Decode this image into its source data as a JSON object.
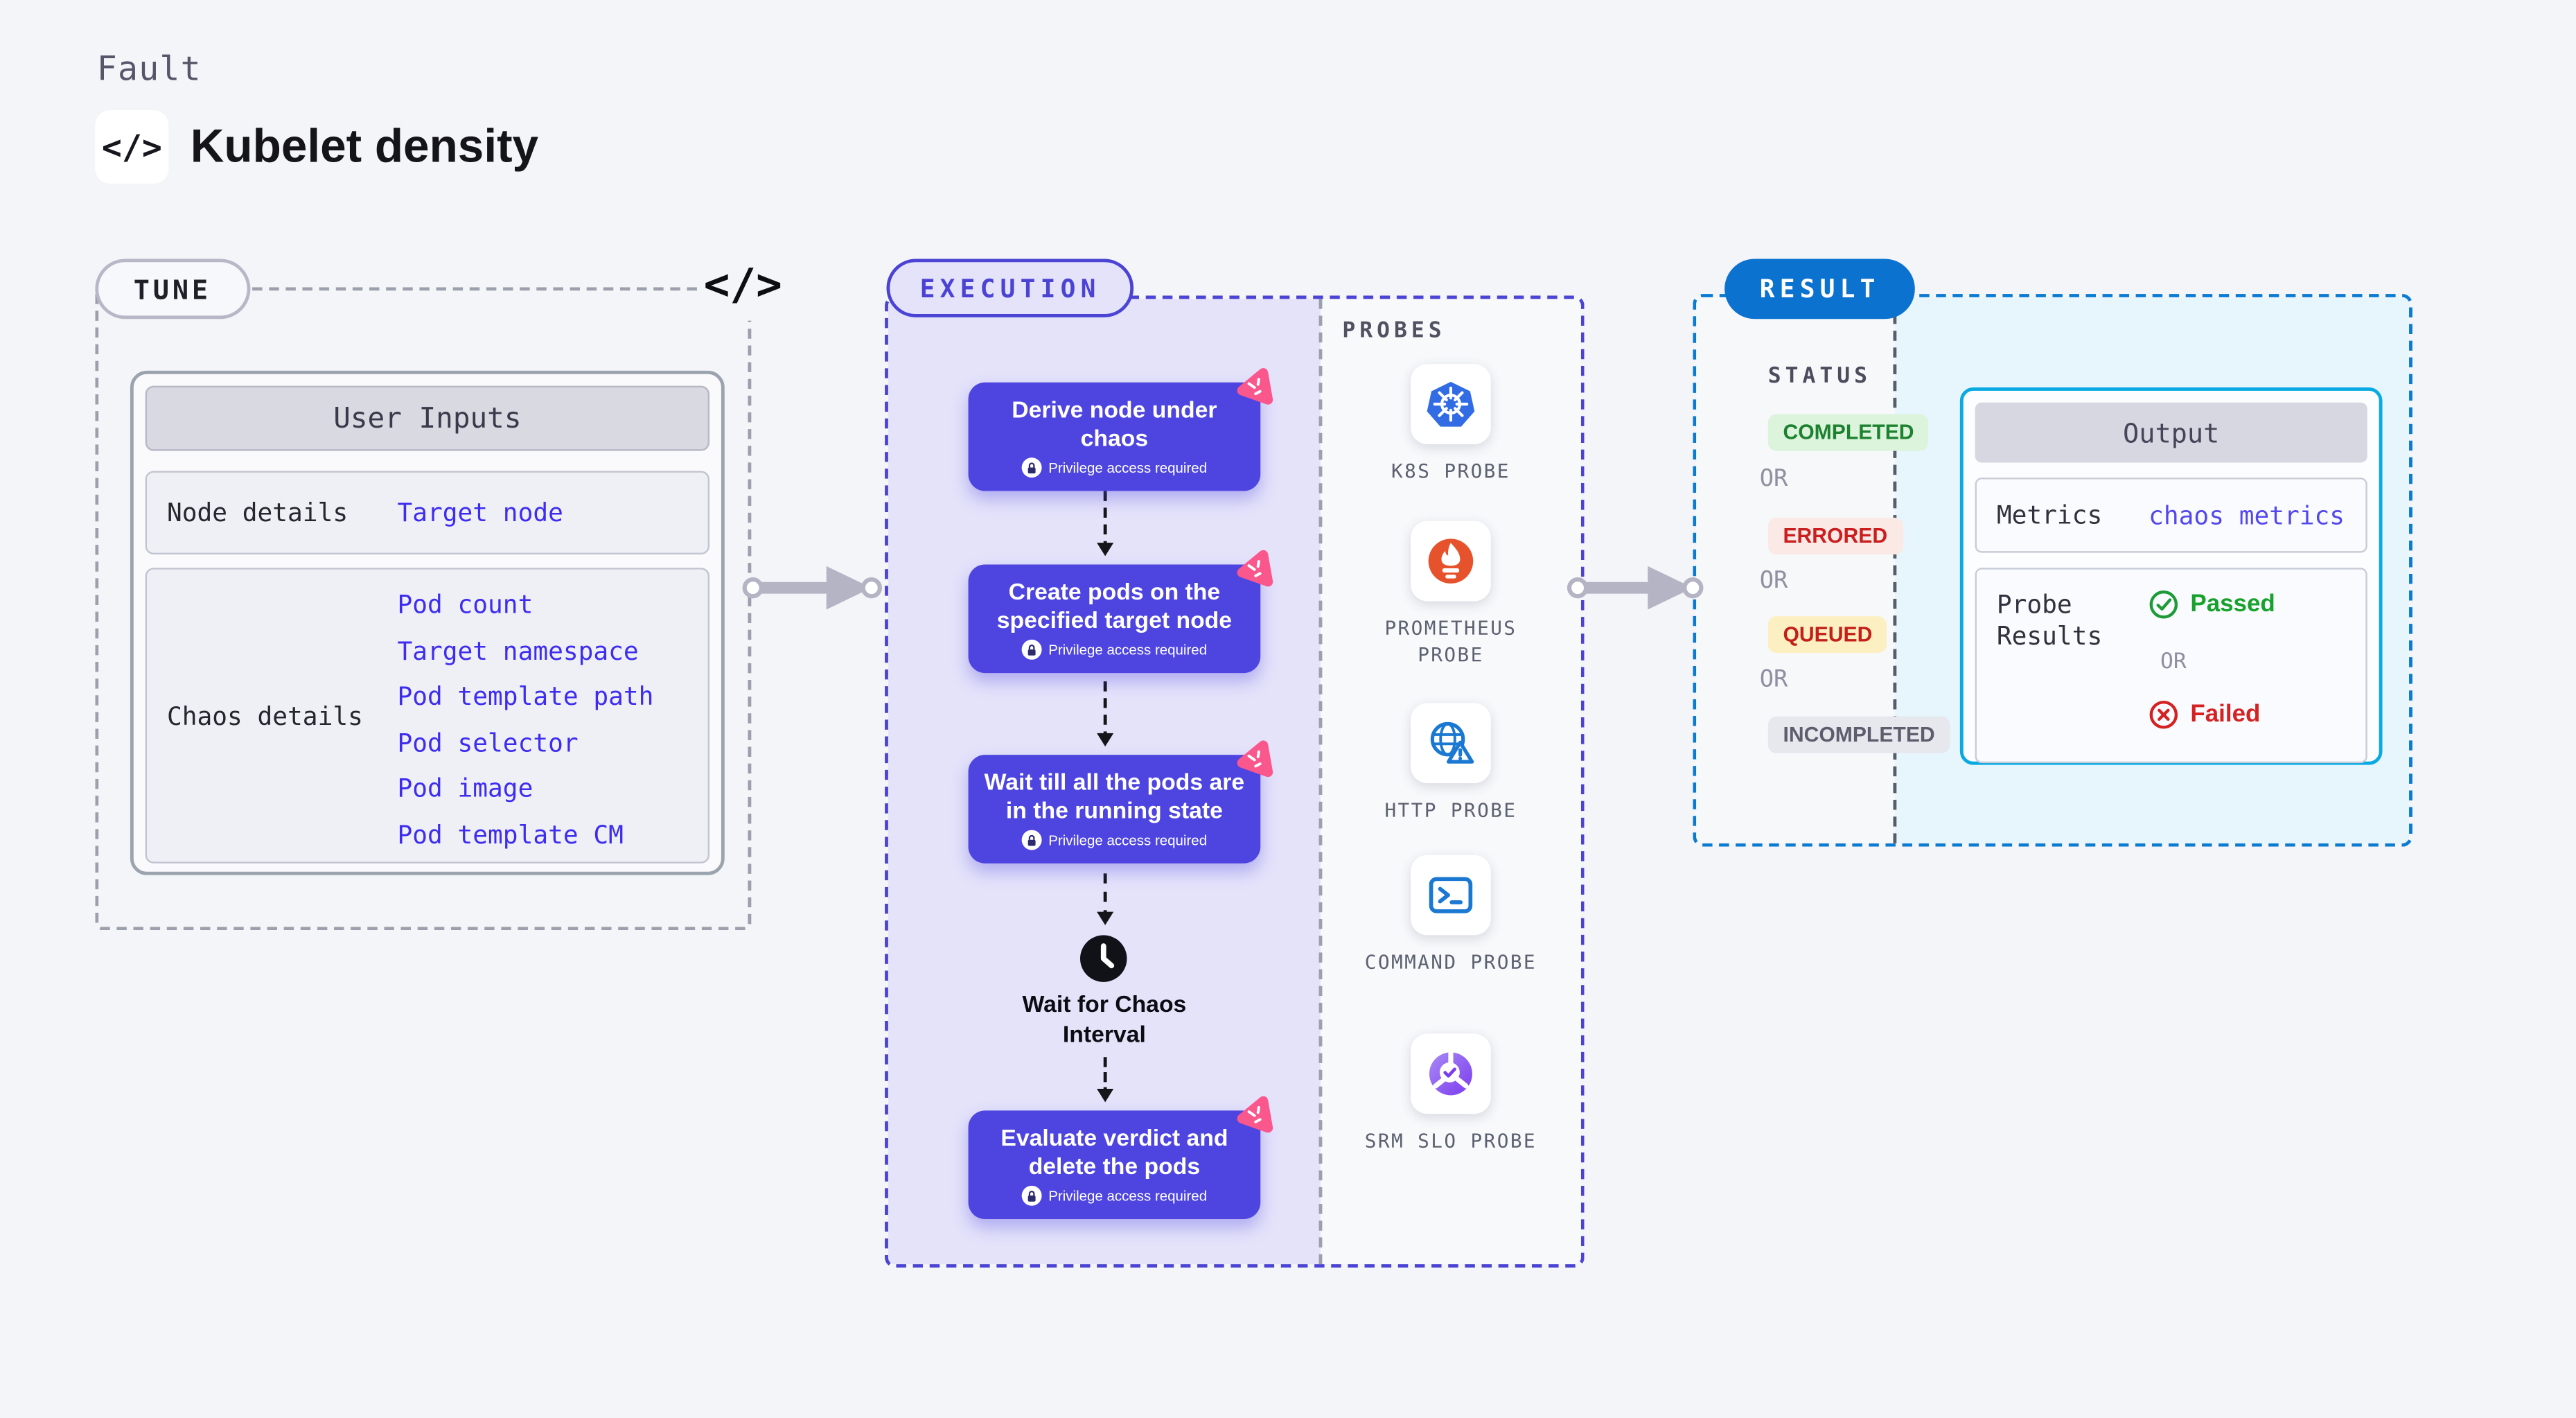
{
  "header": {
    "eyebrow": "Fault",
    "title": "Kubelet density",
    "code_glyph": "</>"
  },
  "tune": {
    "badge": "TUNE",
    "corner_glyph": "</>",
    "card": {
      "title": "User Inputs",
      "rows": [
        {
          "label": "Node details",
          "links": [
            "Target node"
          ]
        },
        {
          "label": "Chaos details",
          "links": [
            "Pod count",
            "Target namespace",
            "Pod template path",
            "Pod selector",
            "Pod image",
            "Pod template CM"
          ]
        }
      ]
    }
  },
  "execution": {
    "badge": "EXECUTION",
    "steps": [
      {
        "title": "Derive node under chaos",
        "note": "Privilege access required"
      },
      {
        "title": "Create pods on the specified target node",
        "note": "Privilege access required"
      },
      {
        "title": "Wait till all the pods are in the running state",
        "note": "Privilege access required"
      },
      {
        "title": "Evaluate verdict and delete the pods",
        "note": "Privilege access required"
      }
    ],
    "wait_label": "Wait for Chaos Interval"
  },
  "probes": {
    "heading": "PROBES",
    "items": [
      {
        "label": "K8S PROBE",
        "icon": "kubernetes-icon"
      },
      {
        "label": "PROMETHEUS PROBE",
        "icon": "prometheus-icon"
      },
      {
        "label": "HTTP PROBE",
        "icon": "http-globe-warning-icon"
      },
      {
        "label": "COMMAND PROBE",
        "icon": "terminal-icon"
      },
      {
        "label": "SRM SLO PROBE",
        "icon": "slo-pie-check-icon"
      }
    ]
  },
  "result": {
    "badge": "RESULT",
    "status_heading": "STATUS",
    "or_label": "OR",
    "statuses": [
      {
        "label": "COMPLETED",
        "tone": "green"
      },
      {
        "label": "ERRORED",
        "tone": "red"
      },
      {
        "label": "QUEUED",
        "tone": "amber"
      },
      {
        "label": "INCOMPLETED",
        "tone": "gray"
      }
    ],
    "output": {
      "title": "Output",
      "metrics_label": "Metrics",
      "metrics_value": "chaos metrics",
      "probe_results_label": "Probe Results",
      "passed_label": "Passed",
      "failed_label": "Failed"
    }
  },
  "colors": {
    "page-bg": "#f4f5f8",
    "indigo": "#4b43d4",
    "card-indigo": "#4e45e0",
    "lavender": "#e4e3fa",
    "pink": "#fa578d",
    "link-blue": "#3e2df0",
    "result-blue": "#0b72cf",
    "result-dash": "#0b7ad1",
    "cyan-border": "#0ba9e2",
    "cyan-bg": "#e6f6fc",
    "green": "#1d8230",
    "green-bg": "#dcf3dc",
    "red": "#cb1f1f",
    "red-bg": "#fbe9e6",
    "amber-ink": "#c32019",
    "amber-bg": "#fcf0c3",
    "arrow-gray": "#b4b4c4",
    "dash-gray": "#9ba0ac"
  }
}
